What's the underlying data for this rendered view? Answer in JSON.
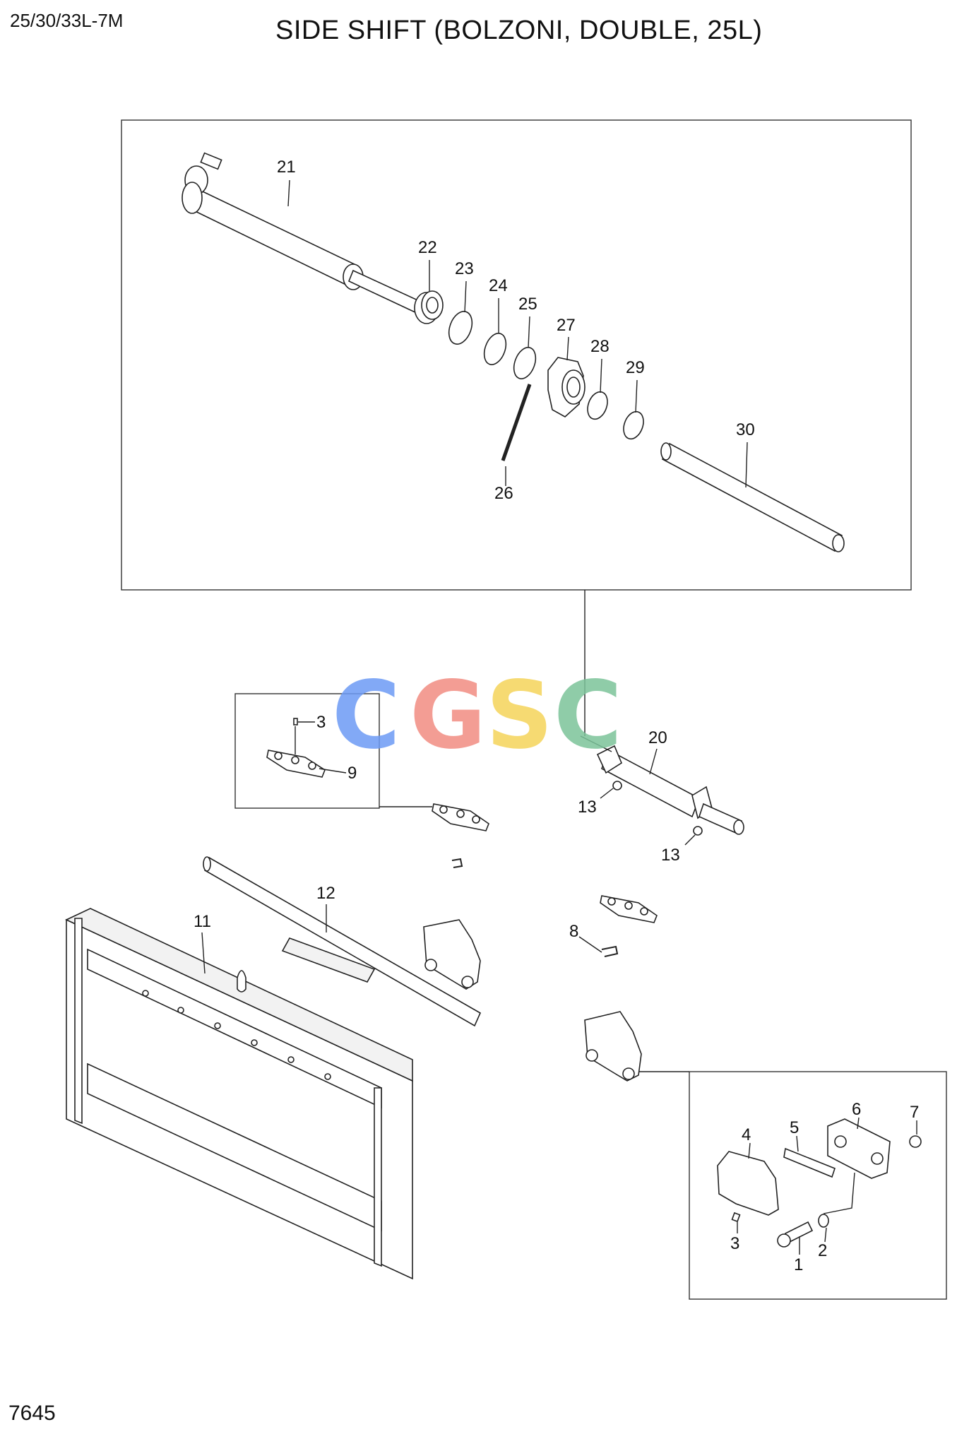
{
  "header": {
    "model": "25/30/33L-7M",
    "title": "SIDE SHIFT (BOLZONI, DOUBLE, 25L)"
  },
  "footer": {
    "page_number": "7645"
  },
  "watermark": {
    "letters": [
      "C",
      "G",
      "S",
      "C"
    ],
    "colors": [
      "#6d9bf5",
      "#f28c82",
      "#f5d45a",
      "#7cc49a"
    ]
  },
  "callouts": {
    "c1": "1",
    "c2": "2",
    "c3a": "3",
    "c3b": "3",
    "c4": "4",
    "c5": "5",
    "c6": "6",
    "c7": "7",
    "c8": "8",
    "c9": "9",
    "c11": "11",
    "c12": "12",
    "c13a": "13",
    "c13b": "13",
    "c20": "20",
    "c21": "21",
    "c22": "22",
    "c23": "23",
    "c24": "24",
    "c25": "25",
    "c26": "26",
    "c27": "27",
    "c28": "28",
    "c29": "29",
    "c30": "30"
  }
}
